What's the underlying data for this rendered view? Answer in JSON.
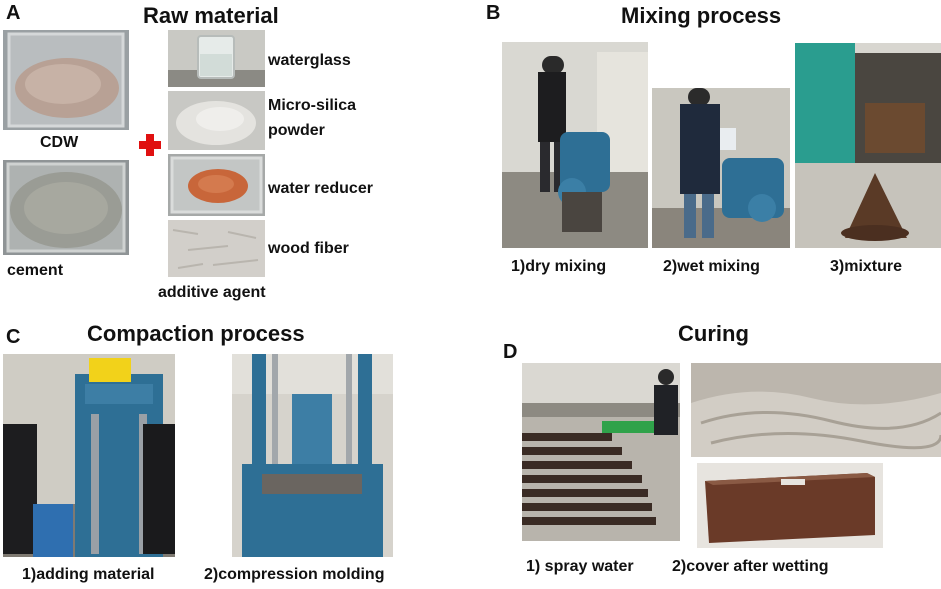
{
  "panels": {
    "a": {
      "letter": "A",
      "title": "Raw material",
      "labels": {
        "cdw": "CDW",
        "cement": "cement",
        "waterglass": "waterglass",
        "micro_silica_1": "Micro-silica",
        "micro_silica_2": "powder",
        "water_reducer": "water reducer",
        "wood_fiber": "wood fiber",
        "additive_agent": "additive agent"
      }
    },
    "b": {
      "letter": "B",
      "title": "Mixing process",
      "labels": {
        "dry": "1)dry mixing",
        "wet": "2)wet mixing",
        "mixture": "3)mixture"
      }
    },
    "c": {
      "letter": "C",
      "title": "Compaction process",
      "labels": {
        "adding": "1)adding material",
        "compression": "2)compression molding"
      }
    },
    "d": {
      "letter": "D",
      "title": "Curing",
      "labels": {
        "spray": "1) spray water",
        "cover": "2)cover after wetting"
      }
    }
  },
  "colors": {
    "plus": "#e01010",
    "machine_blue": "#2e6f95",
    "brick": "#6a3a28",
    "powder_orange": "#c8663a"
  },
  "icons": {
    "plus": "plus-icon"
  }
}
